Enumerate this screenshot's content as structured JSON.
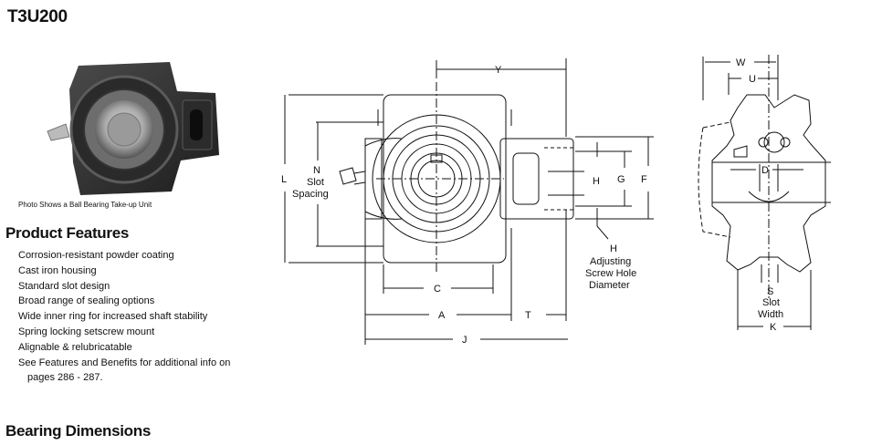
{
  "title": "T3U200",
  "photo": {
    "caption": "Photo Shows a Ball Bearing Take-up Unit"
  },
  "features": {
    "heading": "Product Features",
    "items": [
      "Corrosion-resistant powder coating",
      "Cast iron housing",
      "Standard slot design",
      "Broad range of sealing options",
      "Wide inner ring for increased shaft stability",
      "Spring locking setscrew mount",
      "Alignable & relubricatable",
      "See Features and Benefits for additional info on",
      "pages 286 - 287."
    ]
  },
  "dimensions_heading": "Bearing Dimensions",
  "drawing": {
    "labels": {
      "Y": "Y",
      "L": "L",
      "N": "N",
      "slot": "Slot",
      "spacing": "Spacing",
      "C": "C",
      "A": "A",
      "T": "T",
      "J": "J",
      "H": "H",
      "G": "G",
      "F": "F",
      "H2": "H",
      "adjusting": "Adjusting",
      "screw_hole": "Screw Hole",
      "diameter": "Diameter",
      "W": "W",
      "U": "U",
      "D": "D",
      "S": "S",
      "slot2": "Slot",
      "width": "Width",
      "K": "K"
    }
  }
}
